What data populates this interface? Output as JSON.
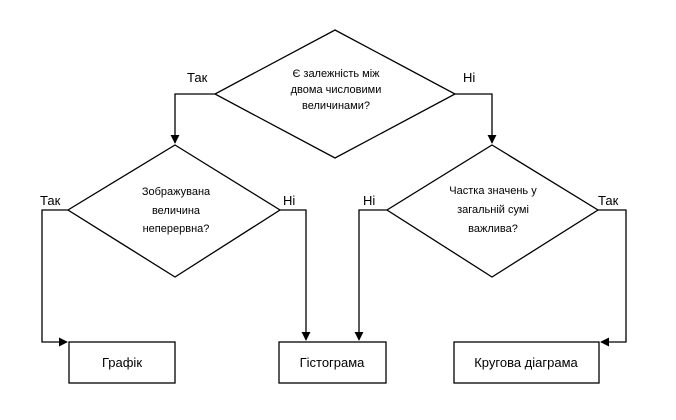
{
  "diagram": {
    "decisions": {
      "root": [
        "Є залежність між",
        "двома числовими",
        "величинами?"
      ],
      "left": [
        "Зображувана",
        "величина",
        "неперервна?"
      ],
      "right": [
        "Частка значень у",
        "загальній сумі",
        "важлива?"
      ]
    },
    "outcomes": {
      "line_chart": "Графік",
      "histogram": "Гістограма",
      "pie_chart": "Кругова діаграма"
    },
    "edge_labels": {
      "yes": "Так",
      "no": "Ні"
    }
  }
}
